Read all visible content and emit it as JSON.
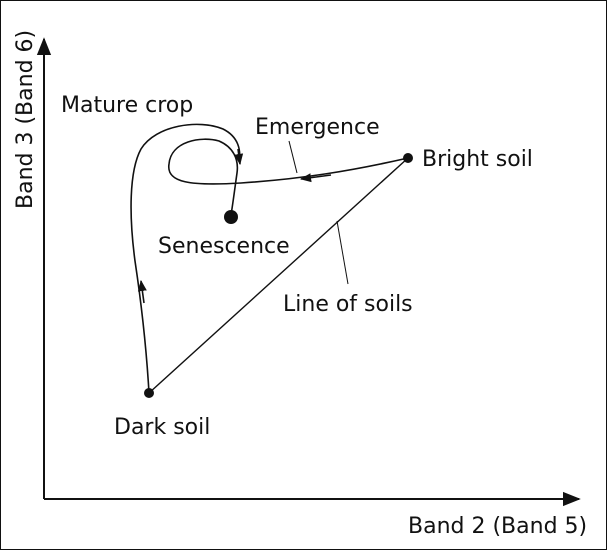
{
  "diagram": {
    "axes": {
      "x_label": "Band 2 (Band 5)",
      "y_label": "Band 3 (Band 6)"
    },
    "labels": {
      "mature_crop": "Mature crop",
      "emergence": "Emergence",
      "bright_soil": "Bright soil",
      "senescence": "Senescence",
      "line_of_soils": "Line of soils",
      "dark_soil": "Dark soil"
    }
  }
}
